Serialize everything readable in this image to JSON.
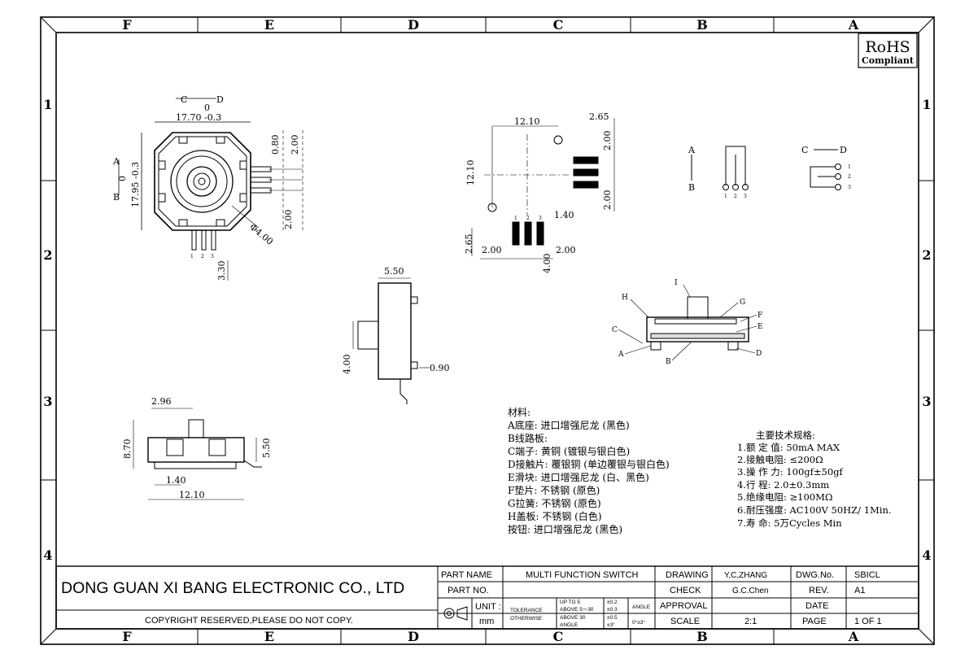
{
  "border": {
    "columns": [
      "F",
      "E",
      "D",
      "C",
      "B",
      "A"
    ],
    "rows": [
      "1",
      "2",
      "3",
      "4"
    ]
  },
  "rohs": {
    "line1": "RoHS",
    "line2": "Compliant"
  },
  "top_view": {
    "axis_cd": "C",
    "axis_cd_end": "D",
    "axis_cd_zero": "0",
    "width_dim": "17.70 -0.3",
    "axis_ab": "A",
    "axis_ab_end": "B",
    "axis_ab_zero": "0",
    "height_dim": "17.95 -0.3",
    "dim_080": "0.80",
    "dim_200_top": "2.00",
    "dim_200_bottom": "2.00",
    "dim_400": "Φ4.00",
    "dim_330": "3.30",
    "pins": [
      "1",
      "2",
      "3"
    ]
  },
  "side_view": {
    "dim_550": "5.50",
    "dim_400": "4.00",
    "dim_090": "0.90"
  },
  "footprint": {
    "dim_1210_h": "12.10",
    "dim_265_top": "2.65",
    "dim_200_a": "2.00",
    "dim_1210_v": "12.10",
    "dim_200_b": "2.00",
    "dim_140": "1.40",
    "dim_265_left": "2.65",
    "dim_200_c": "2.00",
    "dim_200_d": "2.00",
    "dim_400": "4.00",
    "pin_nums": [
      "1",
      "2",
      "3"
    ]
  },
  "schematic": {
    "a": "A",
    "b": "B",
    "c": "C",
    "d": "D",
    "pins_left": [
      "1",
      "2",
      "3"
    ],
    "pins_right": [
      "1",
      "2",
      "3"
    ]
  },
  "front_view": {
    "dim_296": "2.96",
    "dim_870": "8.70",
    "dim_550": "5.50",
    "dim_140": "1.40",
    "dim_1210": "12.10"
  },
  "section_view": {
    "labels": [
      "I",
      "H",
      "G",
      "F",
      "E",
      "C",
      "A",
      "B",
      "D"
    ]
  },
  "materials": {
    "title": "材料:",
    "items": [
      "A底座: 进口增强尼龙 (黑色)",
      "B线路板:",
      "C端子: 黄铜 (镀银与银白色)",
      "D接触片: 覆银铜 (单边覆银与银白色)",
      "E滑块: 进口增强尼龙 (白、黑色)",
      "F垫片: 不锈钢 (原色)",
      "G拉簧: 不锈钢 (原色)",
      "H盖板: 不锈钢 (白色)",
      "按钮: 进口增强尼龙 (黑色)"
    ]
  },
  "specs": {
    "title": "主要技术规格:",
    "items": [
      "1.额 定 值: 50mA MAX",
      "2.接触电阻: ≤200Ω",
      "3.操 作 力: 100gf±50gf",
      "4.行    程: 2.0±0.3mm",
      "5.绝缘电阻: ≥100MΩ",
      "6.耐压强度: AC100V 50HZ/ 1Min.",
      "7.寿    命: 5万Cycles Min"
    ]
  },
  "title_block": {
    "company": "DONG GUAN XI BANG ELECTRONIC CO., LTD",
    "copyright": "COPYRIGHT RESERVED,PLEASE DO NOT COPY.",
    "part_name_label": "PART NAME",
    "part_name": "MULTI FUNCTION SWITCH",
    "part_no_label": "PART NO.",
    "part_no": "",
    "unit_label": "UNIT :",
    "unit": "mm",
    "tolerance_label": "TOLERANCE",
    "otherwise_label": "OTHERWISE",
    "tol_rows": [
      {
        "range": "UP TO 5",
        "value": "±0.2"
      },
      {
        "range": "ABOVE 5～30",
        "value": "±0.3"
      },
      {
        "range": "ABOVE 30",
        "value": "±0.5"
      },
      {
        "range": "ANGLE",
        "value": "±3°"
      }
    ],
    "angle_label": "ANGLE",
    "angle_value": "0°±3°",
    "drawing_label": "DRAWING",
    "drawing": "Y,C,ZHANG",
    "check_label": "CHECK",
    "check": "G.C.Chen",
    "approval_label": "APPROVAL",
    "approval": "",
    "scale_label": "SCALE",
    "scale": "2:1",
    "dwg_no_label": "DWG.No.",
    "dwg_no": "SBICL",
    "rev_label": "REV.",
    "rev": "A1",
    "date_label": "DATE",
    "date": "",
    "page_label": "PAGE",
    "page": "1 OF 1"
  }
}
